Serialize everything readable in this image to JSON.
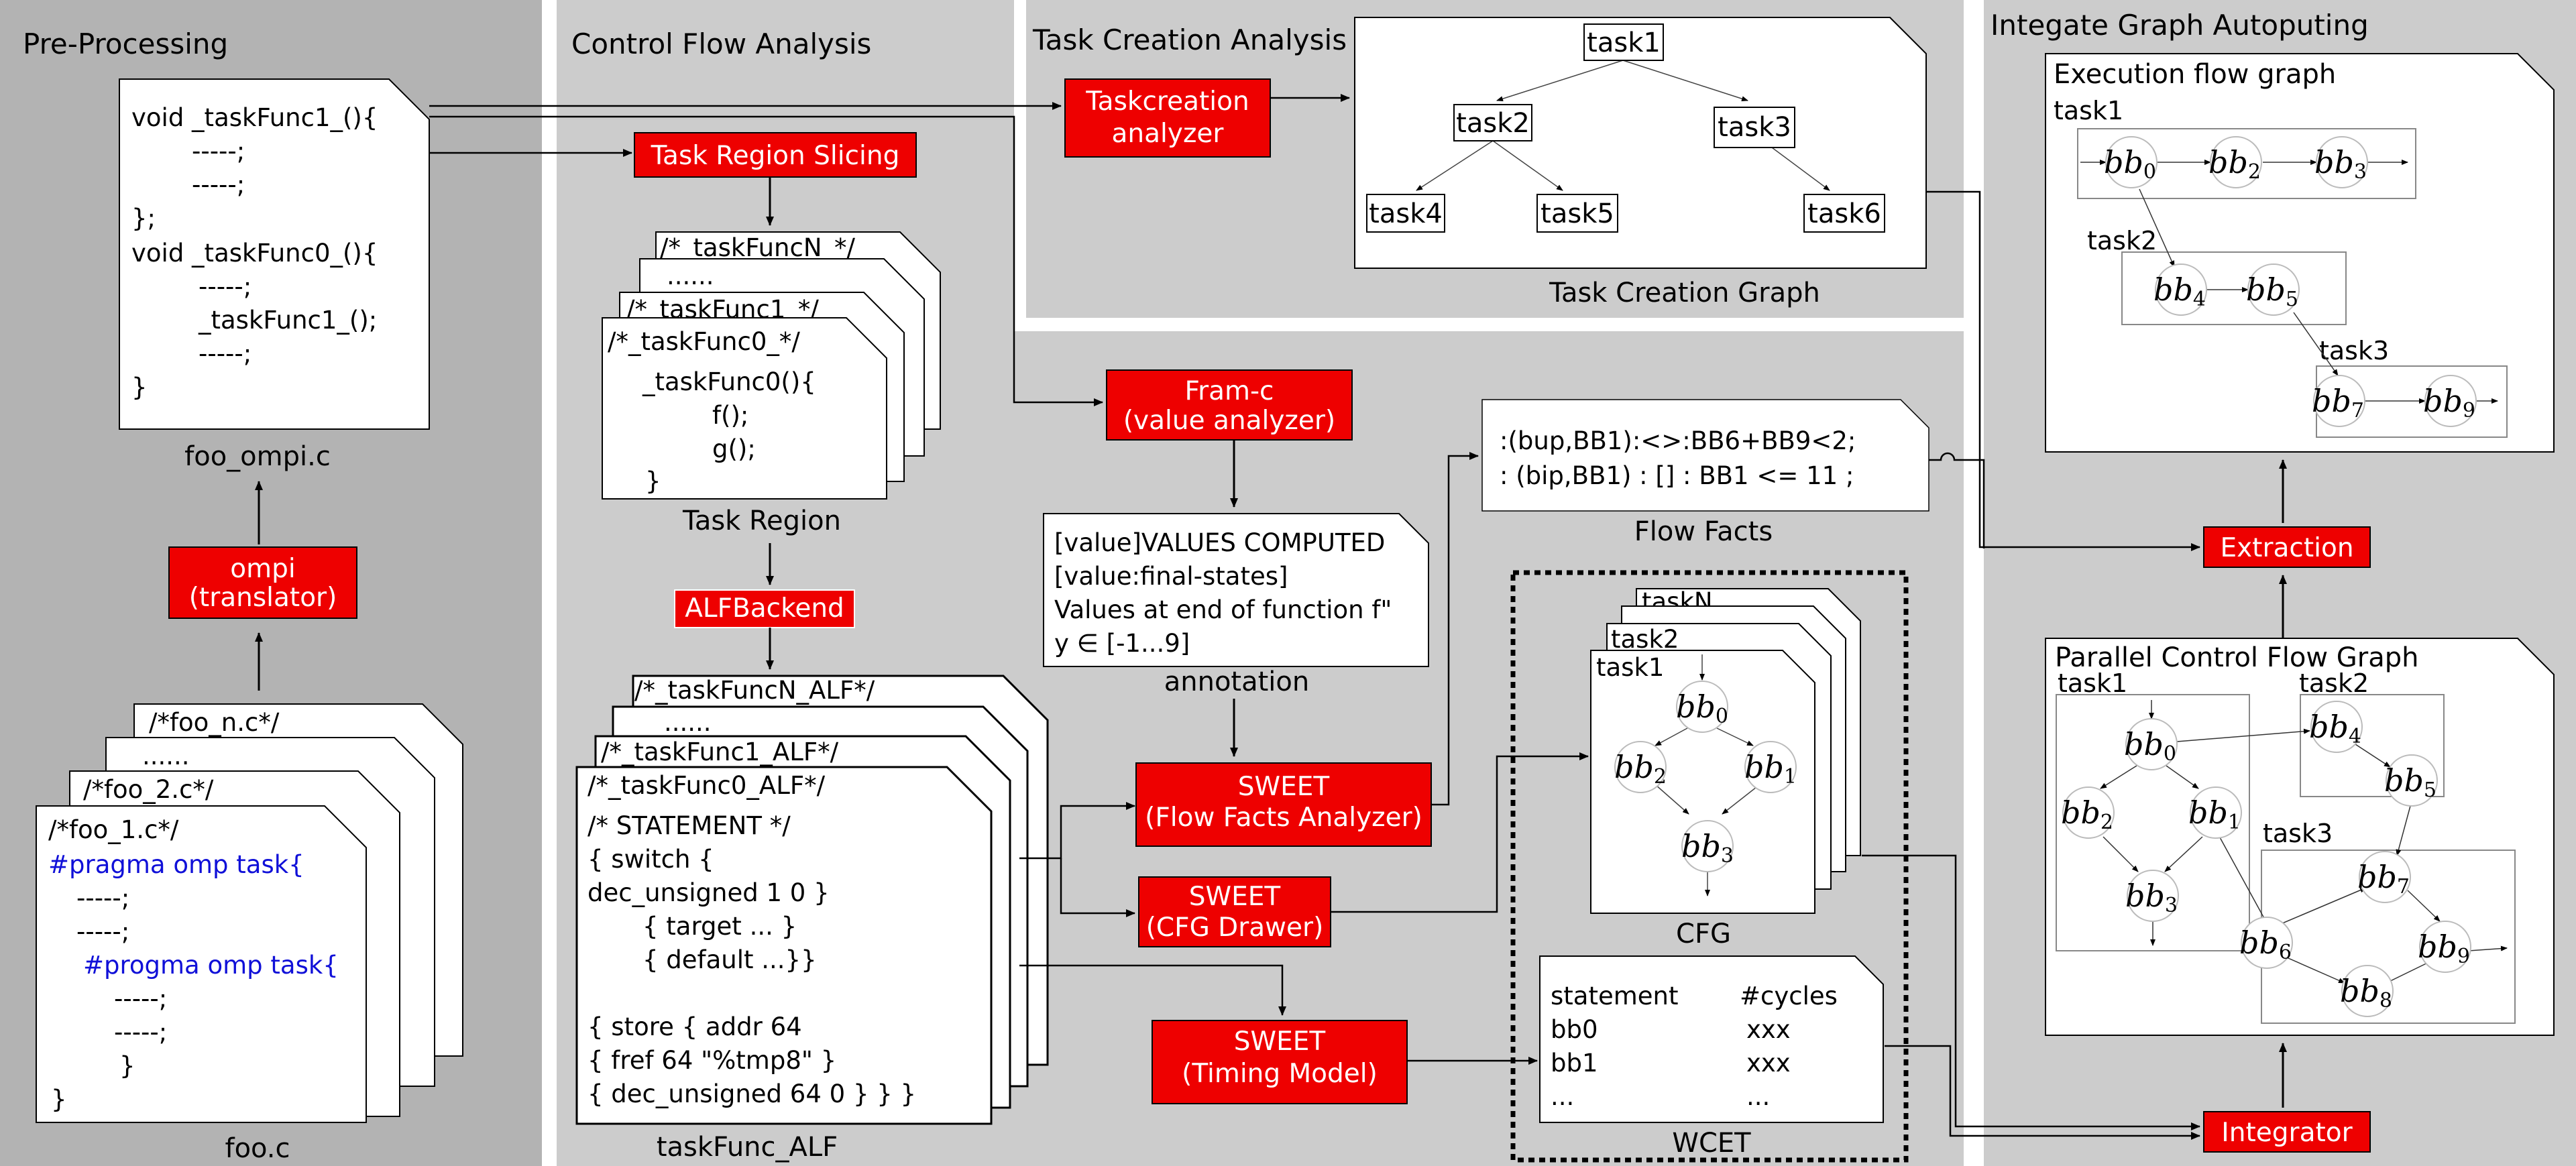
{
  "sections": {
    "preprocessing": "Pre-Processing",
    "control_flow": "Control Flow Analysis",
    "task_creation": "Task Creation Analysis",
    "integrate": "Integate Graph Autoputing"
  },
  "preprocessing": {
    "foo_ompi_lines": [
      "void _taskFunc1_(){",
      "-----;",
      "-----;",
      "};",
      "void _taskFunc0_(){",
      "-----;",
      "_taskFunc1_();",
      "-----;",
      "}"
    ],
    "foo_ompi_caption": "foo_ompi.c",
    "ompi_lines": [
      "ompi",
      "(translator)"
    ],
    "stack_labels": [
      "/*foo_n.c*/",
      "......",
      "/*foo_2.c*/"
    ],
    "foo1_lines": [
      "/*foo_1.c*/",
      "#pragma omp task{",
      "-----;",
      "-----;",
      "#progma omp task{",
      "-----;",
      "-----;",
      "}",
      "}"
    ],
    "foo_caption": "foo.c"
  },
  "control_flow": {
    "slicing_label": "Task Region Slicing",
    "region_stack_labels": [
      "/*_taskFuncN_*/",
      "......",
      "/*_taskFunc1_*/"
    ],
    "region_front_lines": [
      "/*_taskFunc0_*/",
      "_taskFunc0(){",
      "f();",
      "g();",
      "}"
    ],
    "region_caption": "Task Region",
    "alf_backend_label": "ALFBackend",
    "alf_stack_labels": [
      "/*_taskFuncN_ALF*/",
      "......",
      "/*_taskFunc1_ALF*/"
    ],
    "alf_front_lines": [
      "/*_taskFunc0_ALF*/",
      "/* STATEMENT */",
      "{ switch {",
      "dec_unsigned 1 0 }",
      "{ target ... }",
      "{ default  ...}}",
      "{ store { addr 64",
      "{ fref 64 \"%tmp8\" }",
      "{ dec_unsigned 64 0 } } }"
    ],
    "alf_caption": "taskFunc_ALF"
  },
  "task_creation": {
    "analyzer_lines": [
      "Taskcreation",
      "analyzer"
    ],
    "nodes": [
      "task1",
      "task2",
      "task3",
      "task4",
      "task5",
      "task6"
    ],
    "graph_caption": "Task Creation Graph"
  },
  "value_analysis": {
    "framc_lines": [
      "Fram-c",
      "(value analyzer)"
    ],
    "annotation_lines": [
      "[value]VALUES COMPUTED",
      "[value:final-states]",
      "Values at end of function f\"",
      "y ∈ [-1...9]"
    ],
    "annotation_caption": "annotation",
    "flowfacts_analyzer_lines": [
      "SWEET",
      "(Flow Facts Analyzer)"
    ],
    "cfg_drawer_lines": [
      "SWEET",
      "(CFG Drawer)"
    ],
    "timing_model_lines": [
      "SWEET",
      "(Timing Model)"
    ]
  },
  "flow_facts": {
    "lines": [
      ":(bup,BB1):<>:BB6+BB9<2;",
      ": (bip,BB1) : [] : BB1 <= 11 ;"
    ],
    "caption": "Flow Facts"
  },
  "cfg": {
    "stack_labels": [
      "taskN",
      "......",
      "task2"
    ],
    "front_label": "task1",
    "caption": "CFG"
  },
  "wcet": {
    "headers": [
      "statement",
      "#cycles"
    ],
    "rows": [
      [
        "bb0",
        "xxx"
      ],
      [
        "bb1",
        "xxx"
      ],
      [
        "...",
        "..."
      ]
    ],
    "caption": "WCET"
  },
  "integrate": {
    "execution_title": "Execution flow graph",
    "extraction_label": "Extraction",
    "parallel_title": "Parallel Control Flow Graph",
    "integrator_label": "Integrator",
    "task_labels": [
      "task1",
      "task2",
      "task3"
    ]
  },
  "colors": {
    "panel_dark": "#b3b3b3",
    "panel_light": "#cccccc",
    "red_box": "#ee0000",
    "pragma_blue": "#1010d8"
  }
}
